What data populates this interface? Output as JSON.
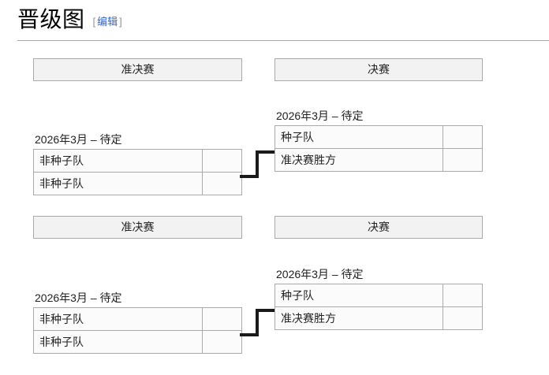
{
  "page": {
    "title": "晋级图",
    "edit": {
      "bracket_open": "[",
      "label": "编辑",
      "bracket_close": "]"
    }
  },
  "colors": {
    "link": "#3366cc",
    "header_bg": "#f2f2f2",
    "border": "#aaaaaa",
    "rule": "#a2a9b1",
    "connector": "#1a1a1a"
  },
  "brackets": [
    {
      "name": "bracket-top",
      "rounds": [
        {
          "label": "准决赛"
        },
        {
          "label": "决赛"
        }
      ],
      "semifinal": {
        "date": "2026年3月 – 待定",
        "rows": [
          {
            "team": "非种子队",
            "score": ""
          },
          {
            "team": "非种子队",
            "score": ""
          }
        ]
      },
      "final": {
        "date": "2026年3月 – 待定",
        "rows": [
          {
            "team": "种子队",
            "score": ""
          },
          {
            "team": "准决赛胜方",
            "score": ""
          }
        ]
      }
    },
    {
      "name": "bracket-bottom",
      "rounds": [
        {
          "label": "准决赛"
        },
        {
          "label": "决赛"
        }
      ],
      "semifinal": {
        "date": "2026年3月 – 待定",
        "rows": [
          {
            "team": "非种子队",
            "score": ""
          },
          {
            "team": "非种子队",
            "score": ""
          }
        ]
      },
      "final": {
        "date": "2026年3月 – 待定",
        "rows": [
          {
            "team": "种子队",
            "score": ""
          },
          {
            "team": "准决赛胜方",
            "score": ""
          }
        ]
      }
    }
  ]
}
